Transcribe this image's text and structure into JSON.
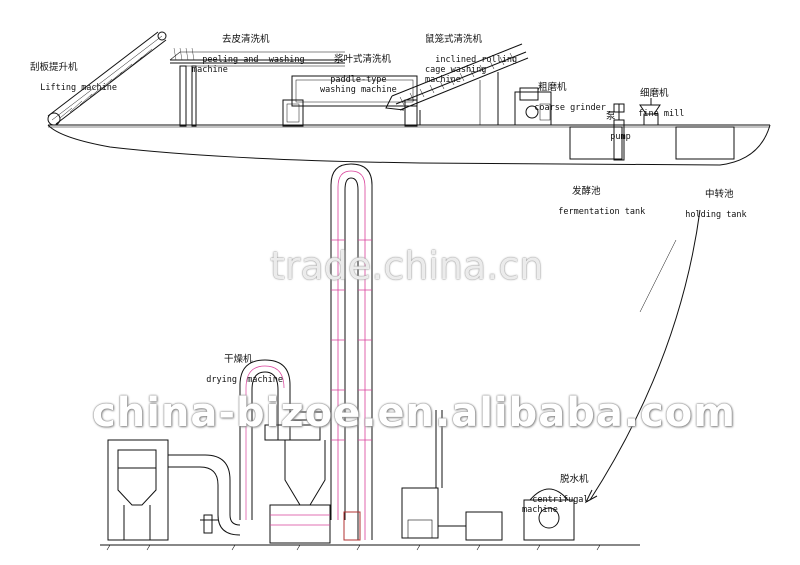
{
  "labels": {
    "lifting": {
      "cn": "刮板提升机",
      "en": "Lifting machine"
    },
    "peeling": {
      "cn": "去皮清洗机",
      "en": "peeling and  washing\nmachine"
    },
    "paddle": {
      "cn": "浆叶式清洗机",
      "en": "paddle-type\nwashing machine"
    },
    "rolling": {
      "cn": "鼠笼式清洗机",
      "en": "inclined rolling\ncage washing\nmachine"
    },
    "coarse": {
      "cn": "粗磨机",
      "en": "coarse grinder"
    },
    "pump": {
      "cn": "泵",
      "en": "pump"
    },
    "fine": {
      "cn": "细磨机",
      "en": "fine mill"
    },
    "fermentation": {
      "cn": "发酵池",
      "en": "fermentation tank"
    },
    "holding": {
      "cn": "中转池",
      "en": "holding tank"
    },
    "drying": {
      "cn": "干燥机",
      "en": "drying  machine"
    },
    "centrifugal": {
      "cn": "脱水机",
      "en": "centrifugal\nmachine"
    }
  },
  "watermarks": {
    "primary": "trade.china.cn",
    "secondary": "china-bizoe.en.alibaba.com"
  },
  "colors": {
    "line": "#111111",
    "duct_pink": "#d9409a",
    "background": "#ffffff"
  }
}
